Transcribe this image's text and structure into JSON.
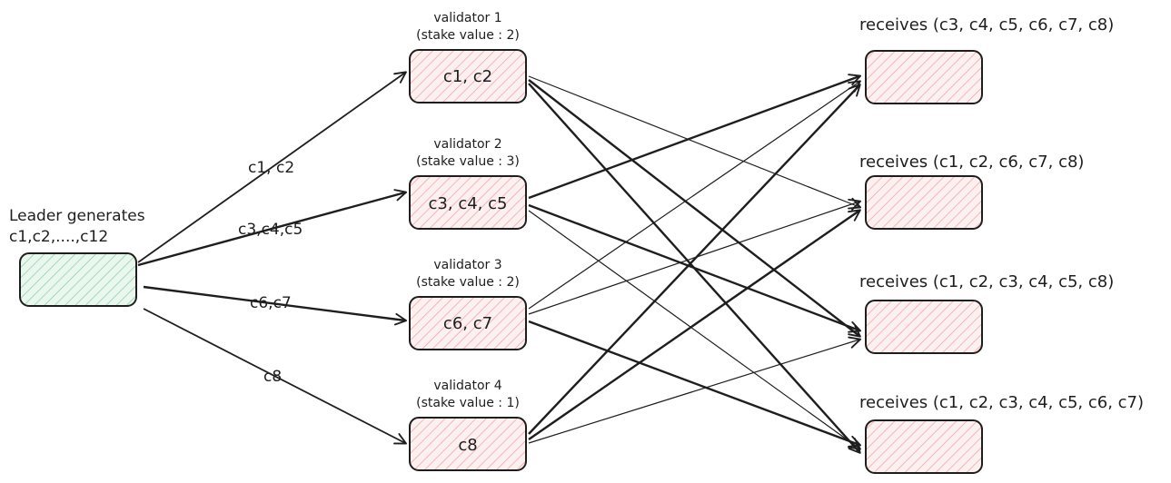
{
  "leader": {
    "title_line1": "Leader generates",
    "title_line2": "c1,c2,....,c12"
  },
  "edge_labels": {
    "to_v1": "c1, c2",
    "to_v2": "c3,c4,c5",
    "to_v3": "c6,c7",
    "to_v4": "c8"
  },
  "validators": [
    {
      "name": "validator 1",
      "stake": "(stake value : 2)",
      "chunks": "c1, c2"
    },
    {
      "name": "validator 2",
      "stake": "(stake value : 3)",
      "chunks": "c3, c4, c5"
    },
    {
      "name": "validator 3",
      "stake": "(stake value : 2)",
      "chunks": "c6, c7"
    },
    {
      "name": "validator 4",
      "stake": "(stake value : 1)",
      "chunks": "c8"
    }
  ],
  "receivers": [
    {
      "label": "receives (c3, c4, c5, c6, c7, c8)"
    },
    {
      "label": "receives (c1, c2, c6, c7, c8)"
    },
    {
      "label": "receives (c1, c2, c3, c4, c5, c8)"
    },
    {
      "label": "receives (c1, c2, c3, c4, c5, c6, c7)"
    }
  ],
  "colors": {
    "leader_fill": "#eaf7ee",
    "leader_hatch": "#8fd3a6",
    "validator_fill": "#fdf0f0",
    "validator_hatch": "#f2a9a9",
    "stroke": "#1e1e1e"
  }
}
